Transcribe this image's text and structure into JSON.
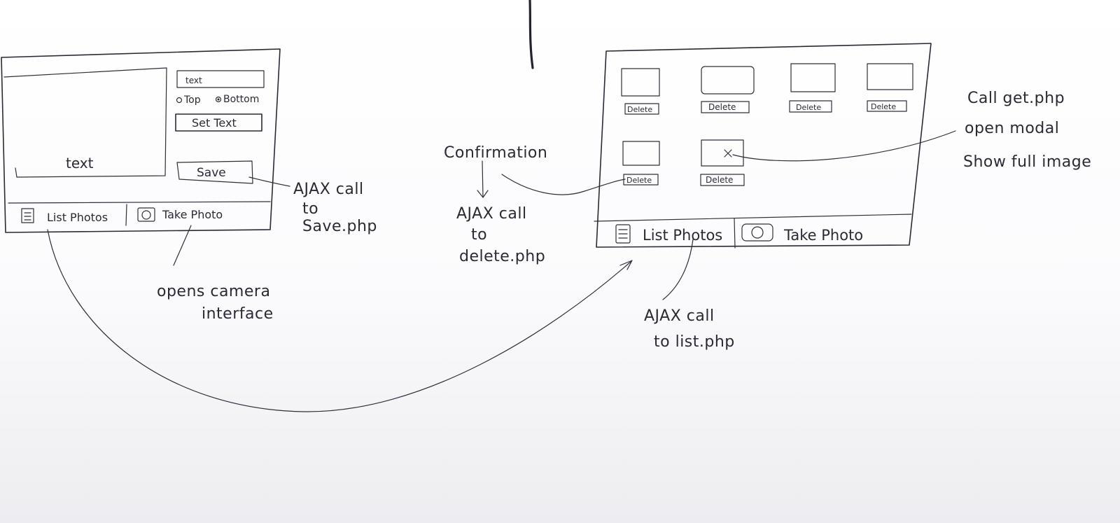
{
  "left_screen": {
    "image_caption": "text",
    "text_field_value": "text",
    "radio_top_label": "Top",
    "radio_bottom_label": "Bottom",
    "set_text_button": "Set Text",
    "save_button": "Save",
    "tabs": [
      "List Photos",
      "Take Photo"
    ]
  },
  "right_screen": {
    "delete_label": "Delete",
    "tabs": [
      "List Photos",
      "Take Photo"
    ]
  },
  "annotations": {
    "save": [
      "AJAX call",
      "to",
      "Save.php"
    ],
    "camera": [
      "opens camera",
      "interface"
    ],
    "confirmation": "Confirmation",
    "delete": [
      "AJAX call",
      "to",
      "delete.php"
    ],
    "list": [
      "AJAX call",
      "to list.php"
    ],
    "get": [
      "Call get.php",
      "open modal",
      "Show full image"
    ]
  },
  "icons": {
    "list": "list-icon",
    "camera": "camera-icon",
    "close": "close-icon"
  }
}
